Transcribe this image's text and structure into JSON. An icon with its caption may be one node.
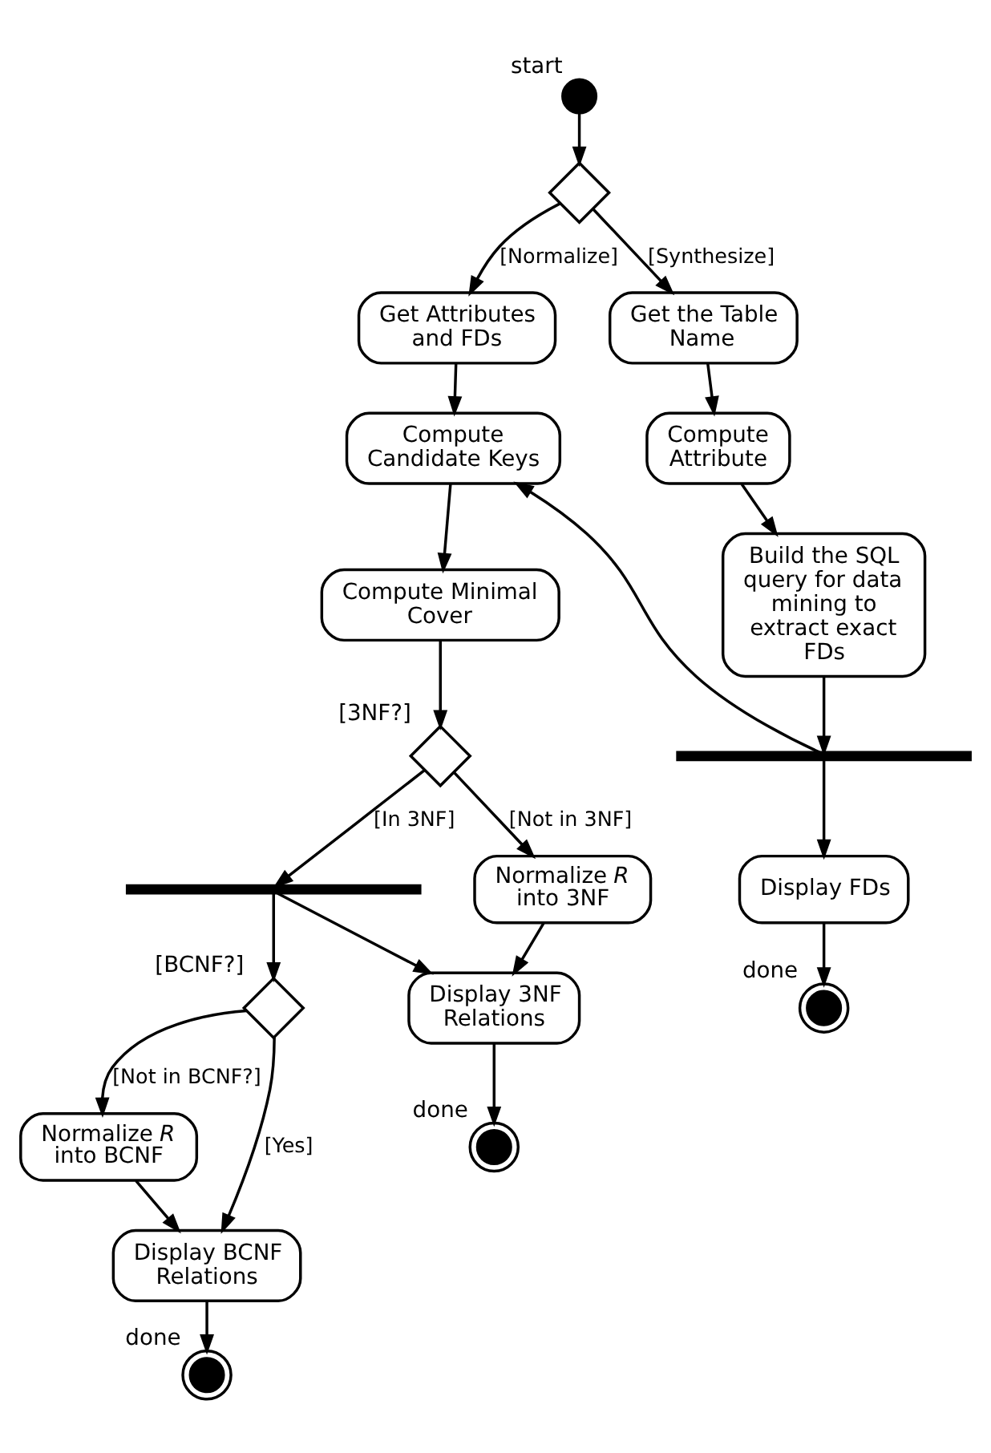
{
  "diagram": {
    "nodes": [
      {
        "text": [],
        "shape": "circle",
        "beside": [
          "start"
        ]
      },
      {
        "text": [],
        "shape": "diamond"
      },
      {
        "text": [
          "Get Attributes and FDs"
        ]
      },
      {
        "text": [
          "Get the Table Name"
        ]
      },
      {
        "text": [
          "Compute Candidate Keys"
        ]
      },
      {
        "text": [
          "Compute Attribute"
        ]
      },
      {
        "text": [
          "Compute Minimal Cover"
        ]
      },
      {
        "text": [
          "Build the SQL query for data mining to extract exact FDs"
        ]
      },
      {
        "text": [],
        "shape": "bar"
      },
      {
        "text": [
          "Display FDs"
        ]
      },
      {
        "text": [],
        "shape": "bullseye",
        "beside": [
          "done"
        ]
      },
      {
        "text": [],
        "shape": "diamond",
        "beside": [
          "[3NF?]"
        ]
      },
      {
        "text": [],
        "shape": "bar"
      },
      {
        "text": [
          "Normalize *R* into 3NF"
        ]
      },
      {
        "text": [],
        "shape": "diamond",
        "beside": [
          "[BCNF?]"
        ]
      },
      {
        "text": [
          "Display 3NF Relations"
        ]
      },
      {
        "text": [
          "Normalize *R* into BCNF"
        ]
      },
      {
        "text": [],
        "shape": "bullseye",
        "beside": [
          "done"
        ]
      },
      {
        "text": [
          "Display BCNF Relations"
        ]
      },
      {
        "text": [],
        "shape": "bullseye",
        "beside": [
          "done"
        ]
      }
    ],
    "edges": [
      {
        "from": 0,
        "to": 1,
        "arrow": "to"
      },
      {
        "from": 1,
        "to": 2,
        "arrow": "to",
        "label": "[Normalize]"
      },
      {
        "from": 1,
        "to": 3,
        "arrow": "to",
        "label": "[Synthesize]"
      },
      {
        "from": 2,
        "to": 4,
        "arrow": "to"
      },
      {
        "from": 3,
        "to": 5,
        "arrow": "to"
      },
      {
        "from": 4,
        "to": 6,
        "arrow": "to"
      },
      {
        "from": 5,
        "to": 7,
        "arrow": "to"
      },
      {
        "from": 6,
        "to": 11,
        "arrow": "to"
      },
      {
        "from": 7,
        "to": 8,
        "arrow": "to"
      },
      {
        "from": 8,
        "to": 4,
        "arrow": "to"
      },
      {
        "from": 8,
        "to": 9,
        "arrow": "to"
      },
      {
        "from": 9,
        "to": 10,
        "arrow": "to"
      },
      {
        "from": 11,
        "to": 13,
        "arrow": "to",
        "label": "[Not in 3NF]"
      },
      {
        "from": 11,
        "to": 12,
        "arrow": "to",
        "label": "[In 3NF]"
      },
      {
        "from": 12,
        "to": 15,
        "arrow": "to"
      },
      {
        "from": 12,
        "to": 14,
        "arrow": "to"
      },
      {
        "from": 13,
        "to": 15,
        "arrow": "to"
      },
      {
        "from": 14,
        "to": 16,
        "arrow": "to",
        "label": "[Not in BCNF?]"
      },
      {
        "from": 14,
        "to": 18,
        "arrow": "to",
        "label": "[Yes]"
      },
      {
        "from": 15,
        "to": 17,
        "arrow": "to"
      },
      {
        "from": 16,
        "to": 18,
        "arrow": "to"
      },
      {
        "from": 18,
        "to": 19,
        "arrow": "to"
      }
    ]
  }
}
